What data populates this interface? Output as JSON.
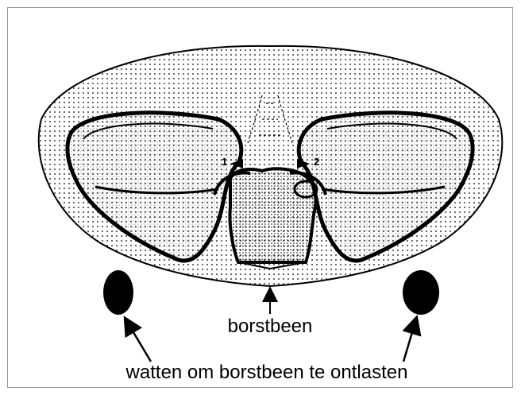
{
  "diagram": {
    "labels": {
      "marker_1": "1",
      "marker_2": "2",
      "sternum": "borstbeen",
      "pads": "watten om borstbeen te ontlasten"
    },
    "colors": {
      "ink": "#000000",
      "frame": "#9a9a9a",
      "background": "#ffffff"
    }
  }
}
